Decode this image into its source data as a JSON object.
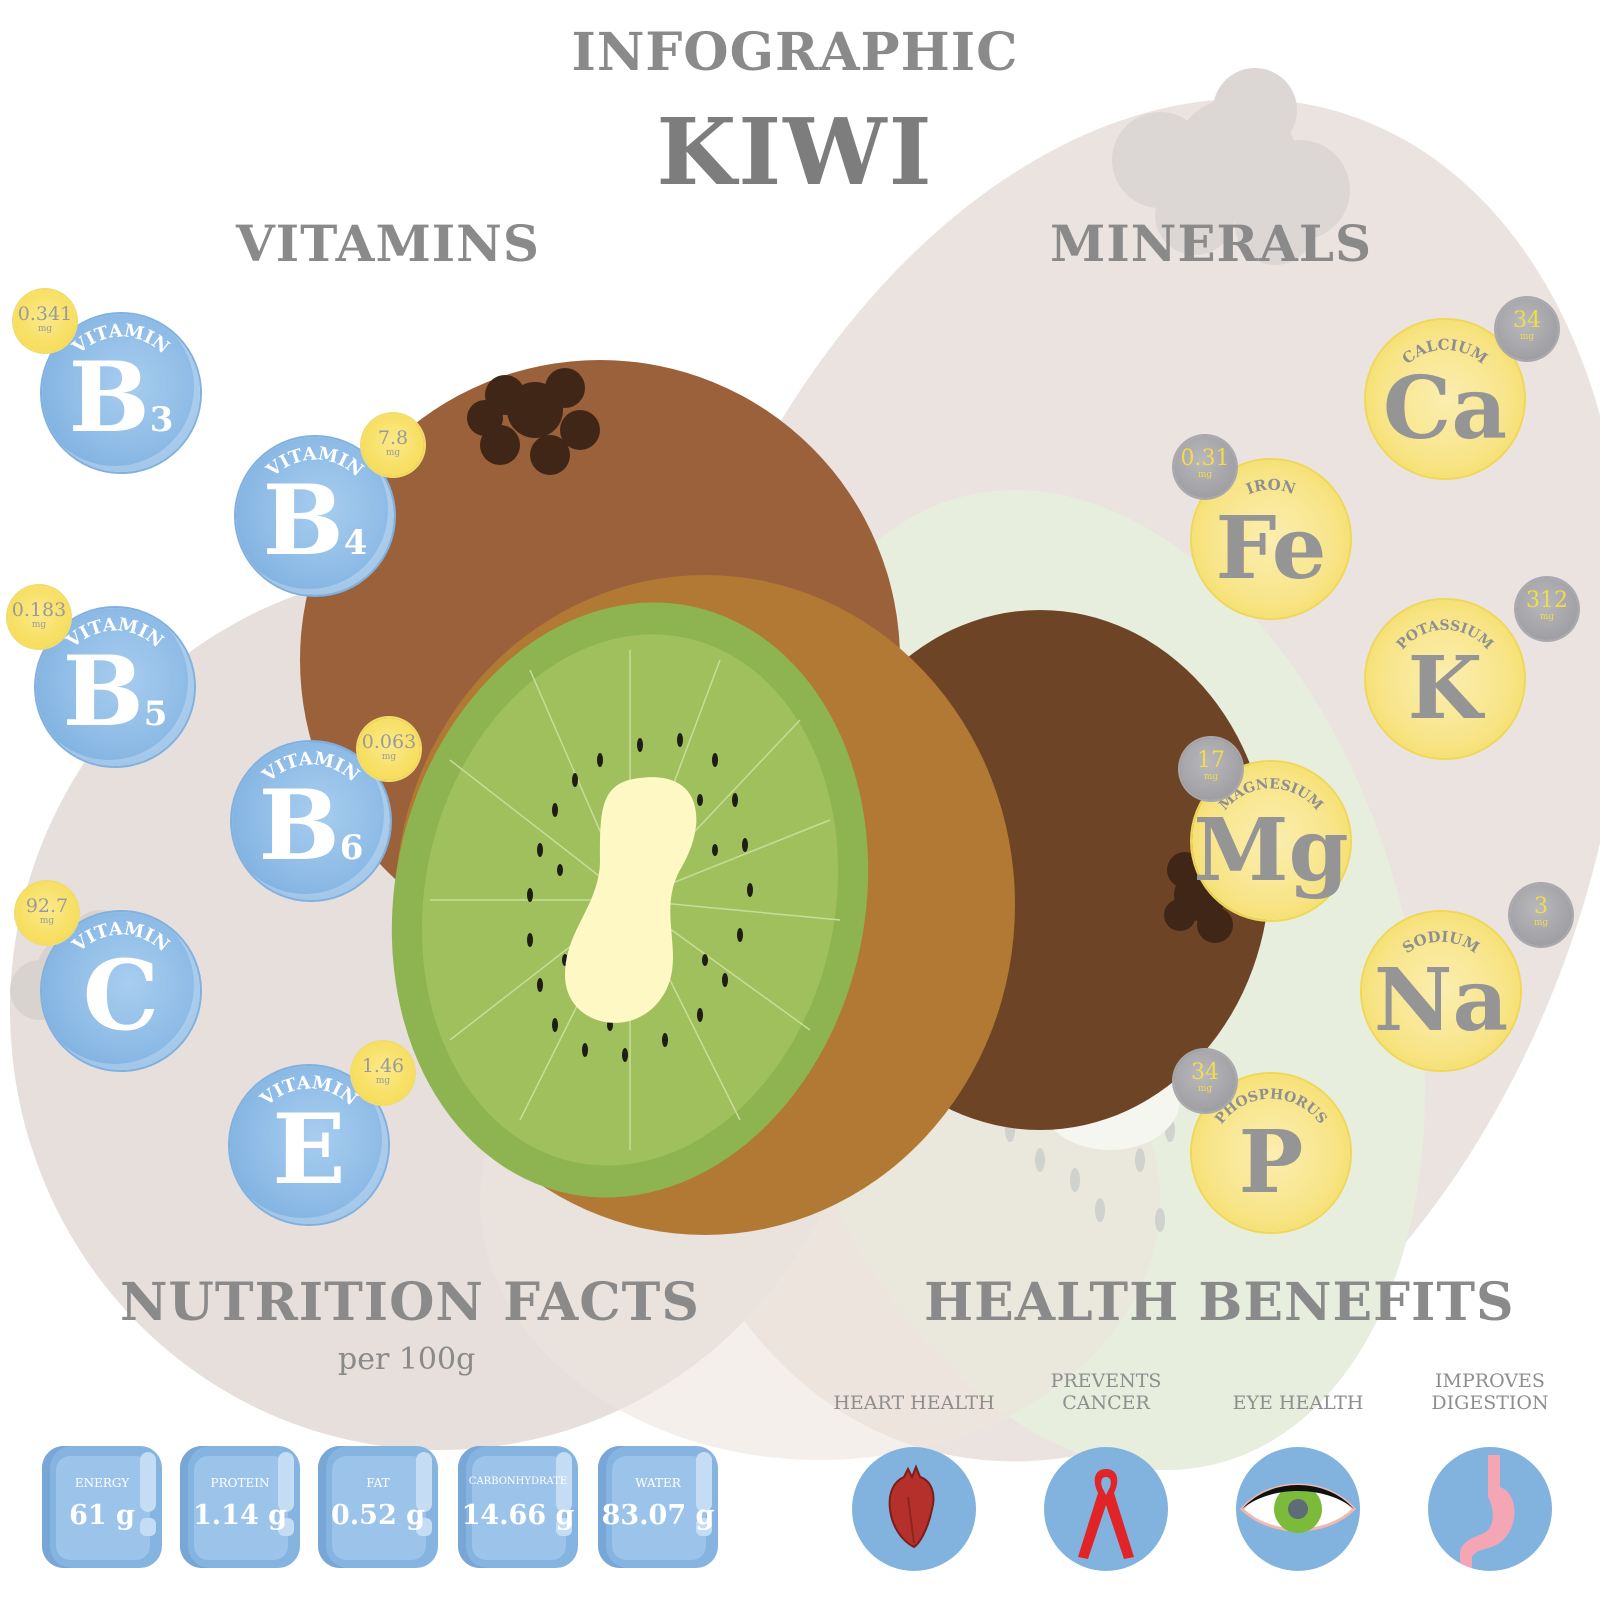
{
  "header": {
    "title_small": "INFOGRAPHIC",
    "title_large": "KIWI"
  },
  "vitamins": {
    "heading": "VITAMINS",
    "items": [
      {
        "arc_label": "VITAMIN",
        "letter": "B",
        "sub": "3",
        "amount": "0.341",
        "unit": "mg"
      },
      {
        "arc_label": "VITAMIN",
        "letter": "B",
        "sub": "4",
        "amount": "7.8",
        "unit": "mg"
      },
      {
        "arc_label": "VITAMIN",
        "letter": "B",
        "sub": "5",
        "amount": "0.183",
        "unit": "mg"
      },
      {
        "arc_label": "VITAMIN",
        "letter": "B",
        "sub": "6",
        "amount": "0.063",
        "unit": "mg"
      },
      {
        "arc_label": "VITAMIN",
        "letter": "C",
        "sub": "",
        "amount": "92.7",
        "unit": "mg"
      },
      {
        "arc_label": "VITAMIN",
        "letter": "E",
        "sub": "",
        "amount": "1.46",
        "unit": "mg"
      }
    ]
  },
  "minerals": {
    "heading": "MINERALS",
    "items": [
      {
        "name": "CALCIUM",
        "symbol": "Ca",
        "amount": "34",
        "unit": "mg"
      },
      {
        "name": "IRON",
        "symbol": "Fe",
        "amount": "0.31",
        "unit": "mg"
      },
      {
        "name": "POTASSIUM",
        "symbol": "K",
        "amount": "312",
        "unit": "mg"
      },
      {
        "name": "MAGNESIUM",
        "symbol": "Mg",
        "amount": "17",
        "unit": "mg"
      },
      {
        "name": "SODIUM",
        "symbol": "Na",
        "amount": "3",
        "unit": "mg"
      },
      {
        "name": "PHOSPHORUS",
        "symbol": "P",
        "amount": "34",
        "unit": "mg"
      }
    ]
  },
  "nutrition": {
    "heading": "NUTRITION FACTS",
    "per": "per 100g",
    "items": [
      {
        "label": "ENERGY",
        "value": "61 g"
      },
      {
        "label": "PROTEIN",
        "value": "1.14 g"
      },
      {
        "label": "FAT",
        "value": "0.52 g"
      },
      {
        "label": "CARBONHYDRATE",
        "value": "14.66 g"
      },
      {
        "label": "WATER",
        "value": "83.07 g"
      }
    ]
  },
  "health": {
    "heading": "HEALTH BENEFITS",
    "items": [
      {
        "line1": "",
        "line2": "HEART HEALTH",
        "icon": "heart-icon"
      },
      {
        "line1": "PREVENTS",
        "line2": "CANCER",
        "icon": "ribbon-icon"
      },
      {
        "line1": "",
        "line2": "EYE HEALTH",
        "icon": "eye-icon"
      },
      {
        "line1": "IMPROVES",
        "line2": "DIGESTION",
        "icon": "stomach-icon"
      }
    ]
  },
  "colors": {
    "vitamin_blue": "#8dbbe6",
    "mineral_yellow": "#f8e58a",
    "dose_yellow": "#f5d94a",
    "dose_grey": "#9a9a9f",
    "kiwi_skin": "#9a613b",
    "kiwi_flesh": "#8db451",
    "heading_grey": "#8a8a8a"
  }
}
